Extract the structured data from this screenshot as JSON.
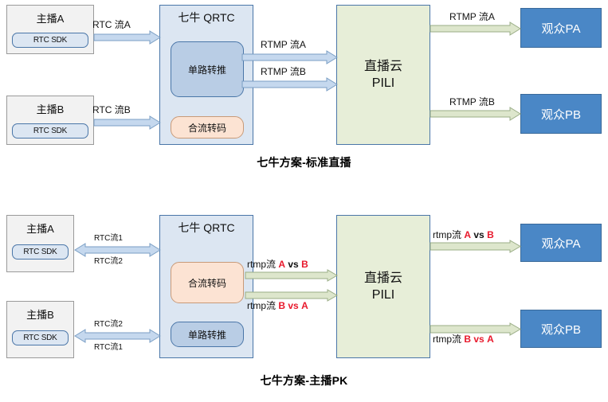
{
  "page": {
    "title": "七牛直播方案架构图"
  },
  "colors": {
    "anchor_fill": "#f2f2f2",
    "anchor_border": "#9a9a9a",
    "sdk_fill": "#dce6f2",
    "qrtc_fill": "#dce6f2",
    "qrtc_border": "#4a76a8",
    "inner_blue_fill": "#b9cde5",
    "inner_peach_fill": "#fce3d3",
    "pili_fill": "#e7eed8",
    "viewer_fill": "#4a87c6",
    "arrow_blue_fill": "#c5d8ee",
    "arrow_blue_stroke": "#7a9ec4",
    "arrow_green_fill": "#dde6cc",
    "arrow_green_stroke": "#9aad86",
    "highlight_red": "#e8192c"
  },
  "diagram_top": {
    "caption": "七牛方案-标准直播",
    "anchors": [
      {
        "title": "主播A",
        "sdk_label": "RTC SDK"
      },
      {
        "title": "主播B",
        "sdk_label": "RTC SDK"
      }
    ],
    "qrtc": {
      "title": "七牛 QRTC",
      "modules": [
        {
          "label": "单路转推",
          "style": "blue"
        },
        {
          "label": "合流转码",
          "style": "peach"
        }
      ]
    },
    "pili": {
      "line1": "直播云",
      "line2": "PILI"
    },
    "viewers": [
      {
        "label": "观众PA"
      },
      {
        "label": "观众PB"
      }
    ],
    "arrow_labels": {
      "anchor_a_to_qrtc": "RTC 流A",
      "anchor_b_to_qrtc": "RTC 流B",
      "qrtc_to_pili_1": "RTMP 流A",
      "qrtc_to_pili_2": "RTMP 流B",
      "pili_to_viewer_a": "RTMP 流A",
      "pili_to_viewer_b": "RTMP 流B"
    }
  },
  "diagram_bottom": {
    "caption": "七牛方案-主播PK",
    "anchors": [
      {
        "title": "主播A",
        "sdk_label": "RTC SDK"
      },
      {
        "title": "主播B",
        "sdk_label": "RTC SDK"
      }
    ],
    "qrtc": {
      "title": "七牛 QRTC",
      "modules": [
        {
          "label": "合流转码",
          "style": "peach"
        },
        {
          "label": "单路转推",
          "style": "blue"
        }
      ]
    },
    "pili": {
      "line1": "直播云",
      "line2": "PILI"
    },
    "viewers": [
      {
        "label": "观众PA"
      },
      {
        "label": "观众PB"
      }
    ],
    "arrow_labels": {
      "anchor_a_up": "RTC流1",
      "anchor_a_down": "RTC流2",
      "anchor_b_up": "RTC流2",
      "anchor_b_down": "RTC流1",
      "qrtc_to_pili_1_prefix": "rtmp流",
      "qrtc_to_pili_1_a": "A",
      "qrtc_to_pili_1_vs": "vs",
      "qrtc_to_pili_1_b": "B",
      "qrtc_to_pili_2_prefix": "rtmp流",
      "qrtc_to_pili_2_a": "B",
      "qrtc_to_pili_2_vs": "vs",
      "qrtc_to_pili_2_b": "A",
      "pili_to_viewer_a_prefix": "rtmp流",
      "pili_to_viewer_a_1": "A",
      "pili_to_viewer_a_vs": "vs",
      "pili_to_viewer_a_2": "B",
      "pili_to_viewer_b_prefix": "rtmp流",
      "pili_to_viewer_b_1": "B",
      "pili_to_viewer_b_vs": "vs",
      "pili_to_viewer_b_2": "A"
    }
  }
}
